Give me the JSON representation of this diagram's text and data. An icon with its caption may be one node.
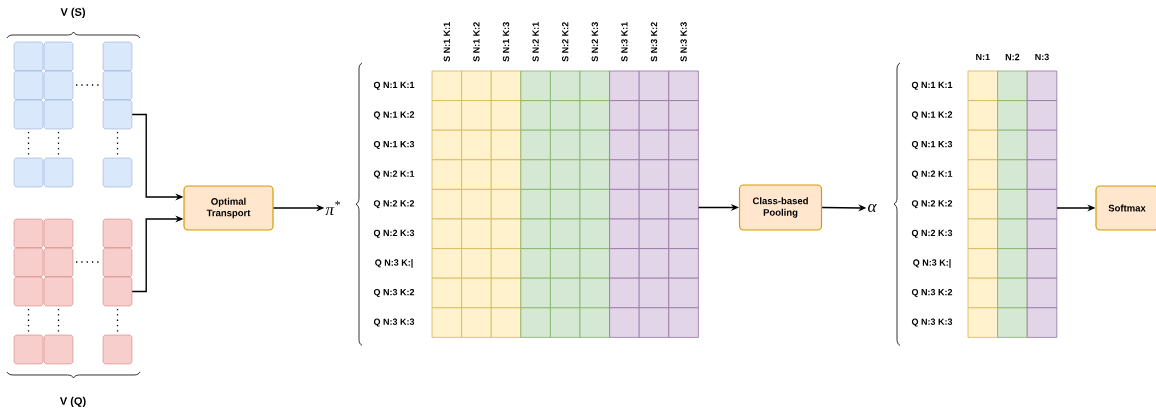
{
  "diagram": {
    "nodes": [
      {
        "text": [],
        "shape": "box"
      },
      {
        "text": [],
        "shape": "box"
      },
      {
        "text": [
          "Optimal Transport"
        ]
      },
      {
        "text": [
          "π$^{*}$"
        ]
      },
      {
        "text": [],
        "shape": "grid"
      },
      {
        "text": [
          "Class-based Pooling"
        ]
      },
      {
        "text": [
          "α"
        ]
      },
      {
        "text": [],
        "shape": "grid"
      },
      {
        "text": [
          "Softmax"
        ]
      }
    ],
    "edges": [
      {
        "from": 0,
        "to": 2,
        "arrow": "to"
      },
      {
        "from": 1,
        "to": 2,
        "arrow": "to"
      },
      {
        "from": 2,
        "to": 3,
        "arrow": "to"
      },
      {
        "from": 4,
        "to": 5,
        "arrow": "to"
      },
      {
        "from": 5,
        "to": 6,
        "arrow": "to"
      },
      {
        "from": 7,
        "to": 8,
        "arrow": "to"
      }
    ],
    "labels": [
      "V (S)",
      "V (Q)",
      "S N:1 K:1",
      "S N:1 K:2",
      "S N:1 K:3",
      "S N:2 K:1",
      "S N:2 K:2",
      "S N:2 K:3",
      "S N:3 K:1",
      "S N:3 K:2",
      "S N:3 K:3",
      "Q N:1 K:1",
      "Q N:1 K:2",
      "Q N:1 K:3",
      "Q N:2 K:1",
      "Q N:2 K:2",
      "Q N:2 K:3",
      "Q N:3 K:|",
      "Q N:3 K:2",
      "Q N:3 K:3",
      "N:1",
      "N:2",
      "N:3",
      "Q N:1 K:1",
      "Q N:1 K:2",
      "Q N:1 K:3",
      "Q N:2 K:1",
      "Q N:2 K:2",
      "Q N:2 K:3",
      "Q N:3 K:|",
      "Q N:3 K:2",
      "Q N:3 K:3"
    ]
  }
}
